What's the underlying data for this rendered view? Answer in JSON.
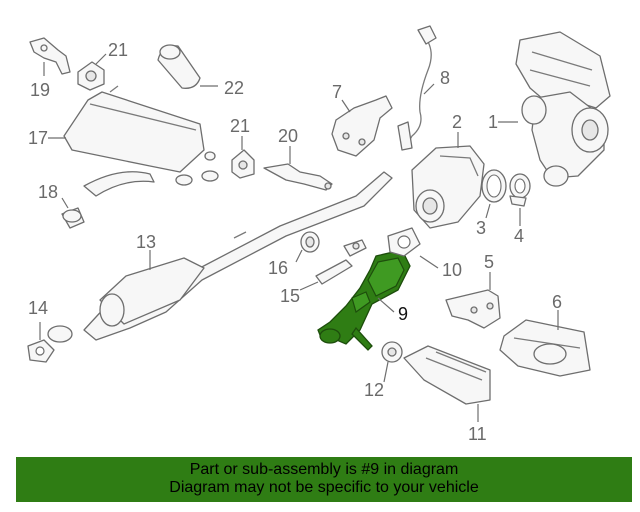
{
  "callouts": [
    "1",
    "2",
    "3",
    "4",
    "5",
    "6",
    "7",
    "8",
    "9",
    "10",
    "11",
    "12",
    "13",
    "14",
    "15",
    "16",
    "17",
    "18",
    "19",
    "20",
    "21",
    "21",
    "22"
  ],
  "highlight": {
    "part_number": "9",
    "color": "#2f7d14"
  },
  "banner": {
    "line1": "Part or sub-assembly is #9 in diagram",
    "line2": "Diagram may not be specific to your vehicle"
  }
}
